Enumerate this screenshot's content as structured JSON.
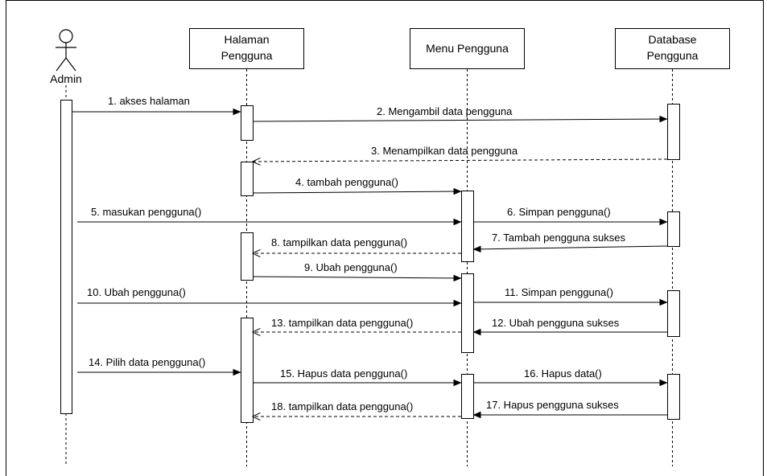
{
  "actor": {
    "label": "Admin"
  },
  "participants": [
    {
      "id": "halaman",
      "lines": [
        "Halaman",
        "Pengguna"
      ]
    },
    {
      "id": "menu",
      "lines": [
        "Menu Pengguna"
      ]
    },
    {
      "id": "database",
      "lines": [
        "Database",
        "Pengguna"
      ]
    }
  ],
  "messages": [
    {
      "id": "m1",
      "label": "1. akses halaman",
      "from": "admin",
      "to": "halaman",
      "kind": "sync"
    },
    {
      "id": "m2",
      "label": "2. Mengambil data pengguna",
      "from": "halaman",
      "to": "database",
      "kind": "sync"
    },
    {
      "id": "m3",
      "label": "3. Menampilkan data pengguna",
      "from": "database",
      "to": "halaman",
      "kind": "return"
    },
    {
      "id": "m4",
      "label": "4. tambah pengguna()",
      "from": "halaman",
      "to": "menu",
      "kind": "sync"
    },
    {
      "id": "m5",
      "label": "5. masukan pengguna()",
      "from": "admin",
      "to": "menu",
      "kind": "sync"
    },
    {
      "id": "m6",
      "label": "6. Simpan pengguna()",
      "from": "menu",
      "to": "database",
      "kind": "sync"
    },
    {
      "id": "m7",
      "label": "7. Tambah pengguna sukses",
      "from": "database",
      "to": "menu",
      "kind": "sync"
    },
    {
      "id": "m8",
      "label": "8. tampilkan data pengguna()",
      "from": "menu",
      "to": "halaman",
      "kind": "return"
    },
    {
      "id": "m9",
      "label": "9. Ubah pengguna()",
      "from": "halaman",
      "to": "menu",
      "kind": "sync"
    },
    {
      "id": "m10",
      "label": "10. Ubah pengguna()",
      "from": "admin",
      "to": "menu",
      "kind": "sync"
    },
    {
      "id": "m11",
      "label": "11. Simpan pengguna()",
      "from": "menu",
      "to": "database",
      "kind": "sync"
    },
    {
      "id": "m12",
      "label": "12. Ubah pengguna sukses",
      "from": "database",
      "to": "menu",
      "kind": "sync"
    },
    {
      "id": "m13",
      "label": "13. tampilkan data pengguna()",
      "from": "menu",
      "to": "halaman",
      "kind": "return"
    },
    {
      "id": "m14",
      "label": "14. Pilih data pengguna()",
      "from": "admin",
      "to": "halaman",
      "kind": "sync"
    },
    {
      "id": "m15",
      "label": "15. Hapus data pengguna()",
      "from": "halaman",
      "to": "menu",
      "kind": "sync"
    },
    {
      "id": "m16",
      "label": "16. Hapus data()",
      "from": "menu",
      "to": "database",
      "kind": "sync"
    },
    {
      "id": "m17",
      "label": "17. Hapus pengguna sukses",
      "from": "database",
      "to": "menu",
      "kind": "sync"
    },
    {
      "id": "m18",
      "label": "18. tampilkan data pengguna()",
      "from": "menu",
      "to": "halaman",
      "kind": "return"
    }
  ]
}
